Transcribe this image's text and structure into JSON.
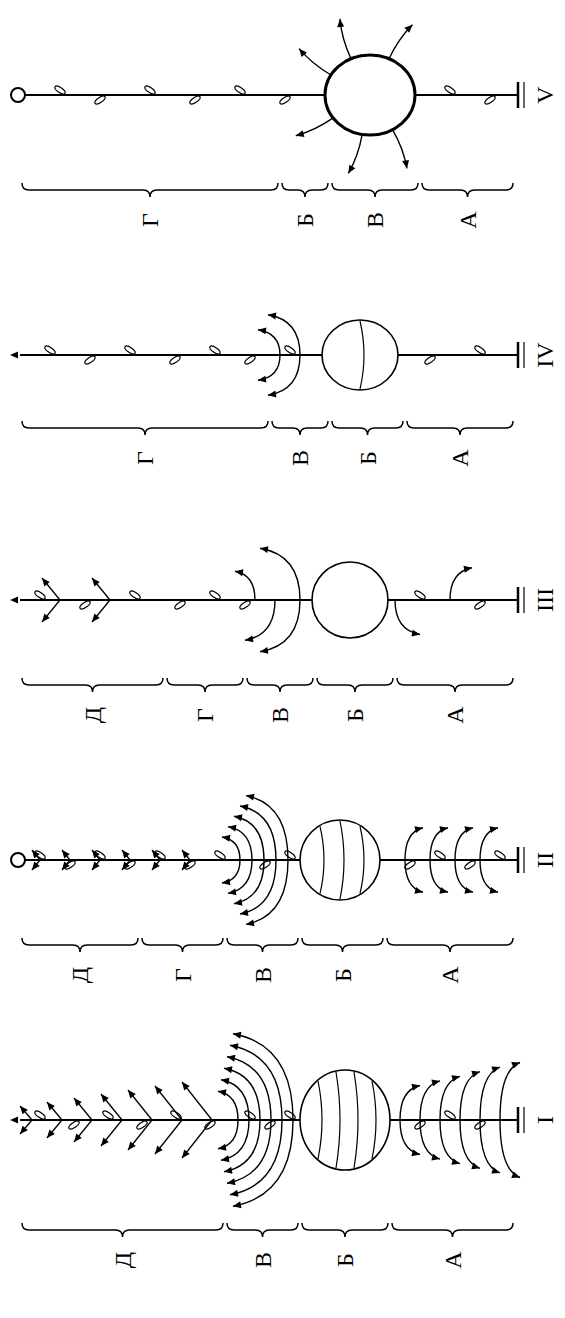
{
  "diagram": {
    "labels": [
      "Г",
      "Б",
      "В",
      "А",
      "V",
      "Г",
      "В",
      "Б",
      "А",
      "IV",
      "Д",
      "Г",
      "В",
      "Б",
      "А",
      "III",
      "Д",
      "Г",
      "В",
      "Б",
      "А",
      "II",
      "Д",
      "В",
      "Б",
      "А",
      "I"
    ]
  }
}
